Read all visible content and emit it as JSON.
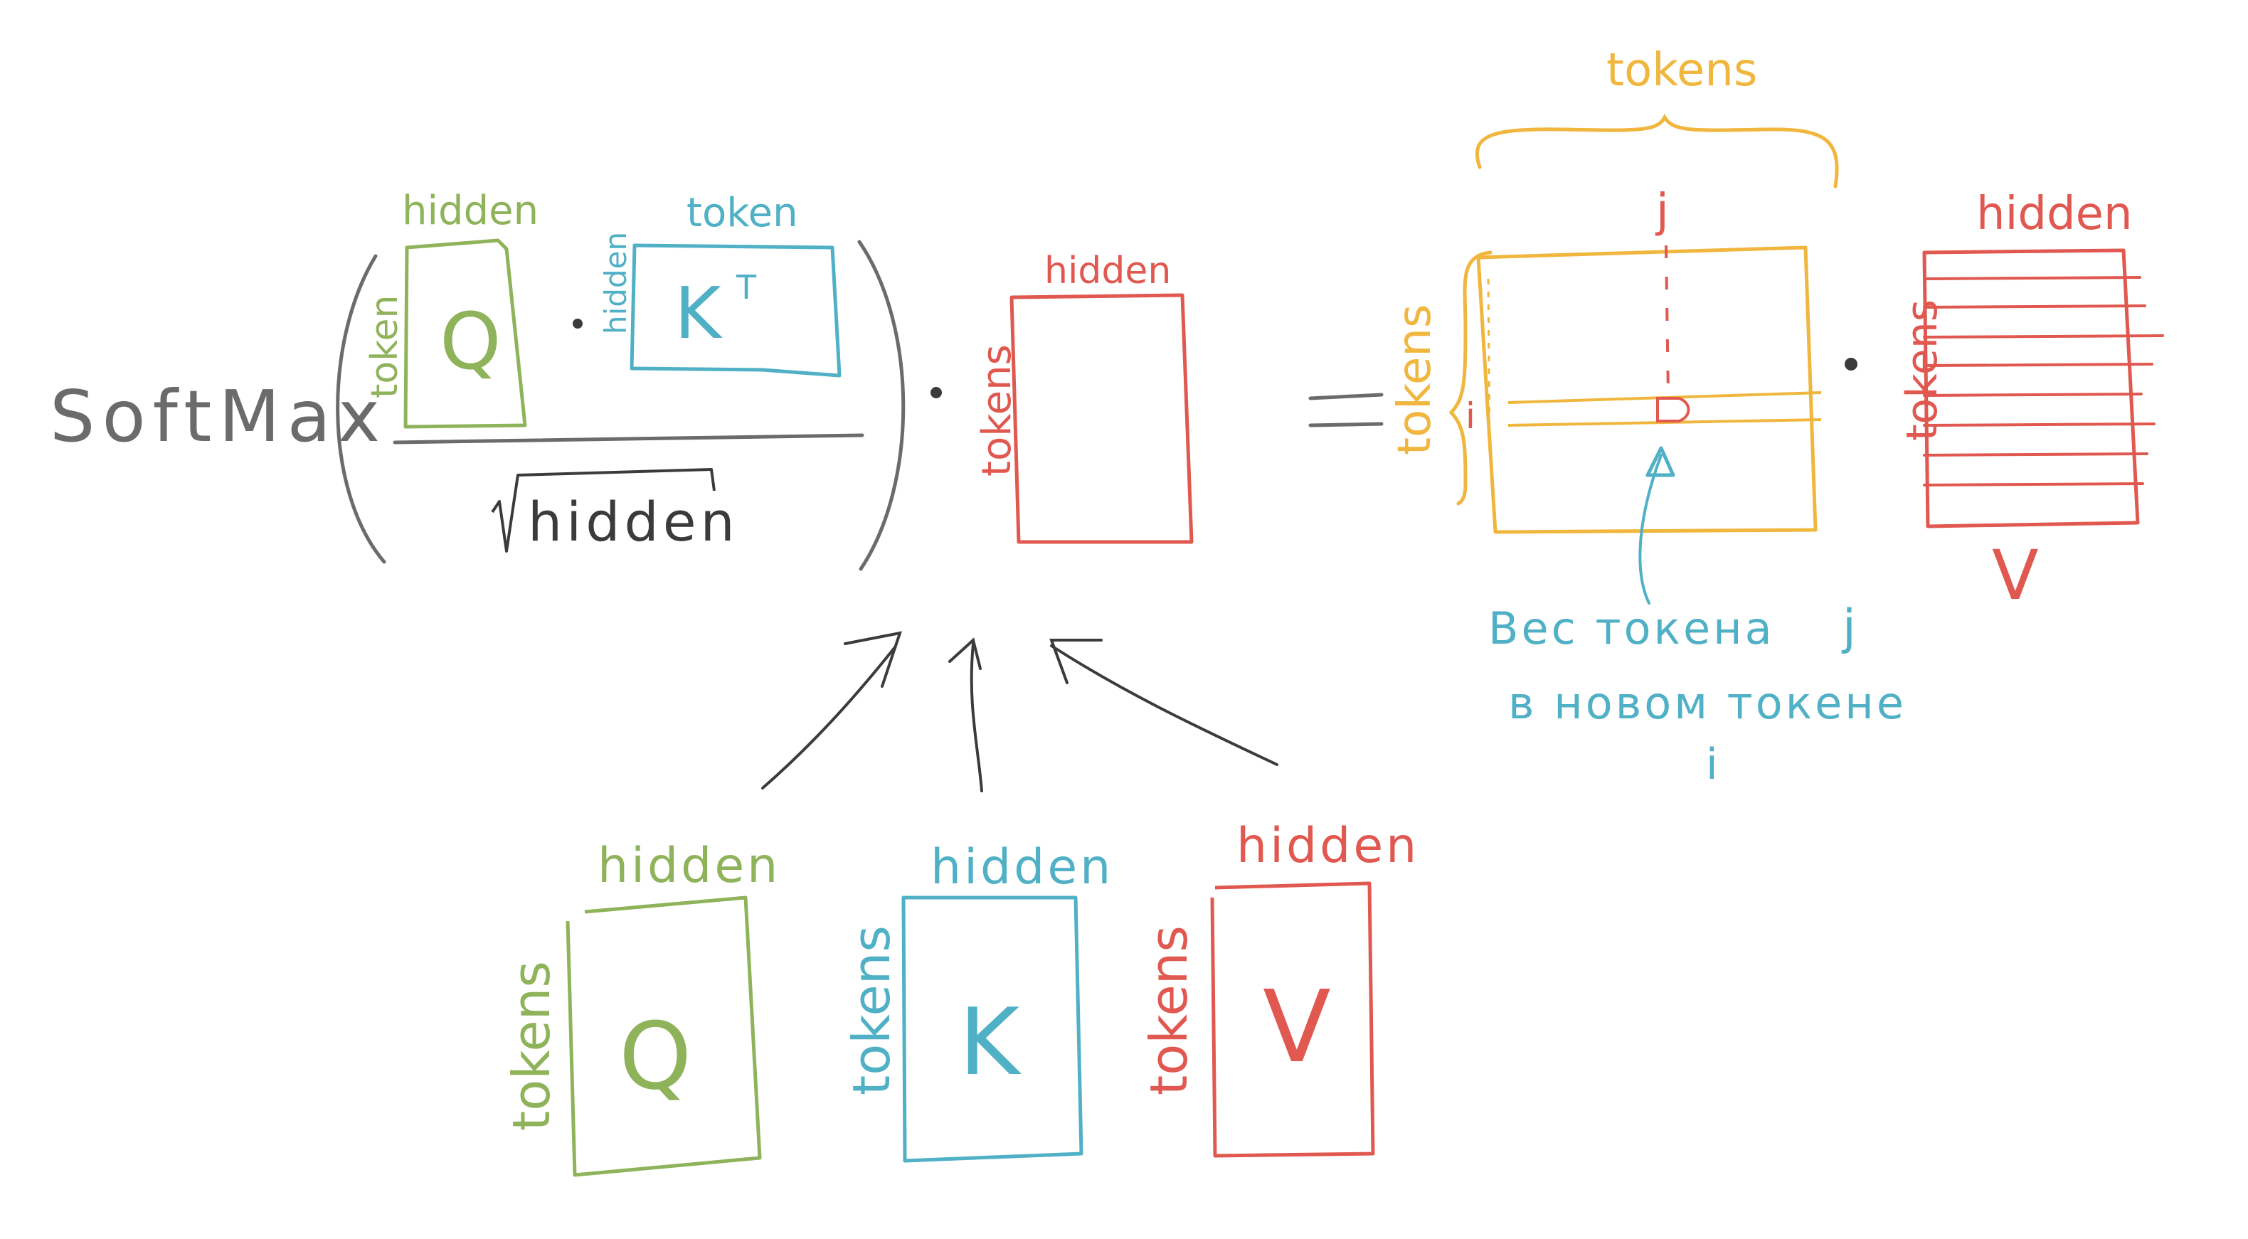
{
  "colors": {
    "green": "#8fb35a",
    "cyan": "#4fb0c6",
    "red": "#e0584f",
    "orange": "#f0b63d",
    "gray": "#6b6b6b",
    "dark": "#3b3b3b"
  },
  "formula": {
    "softmax": "SoftMax",
    "q_hidden": "hidden",
    "q_token": "token",
    "q_letter": "Q",
    "kt_token": "token",
    "kt_hidden": "hidden",
    "kt_letter": "K",
    "kt_sup": "T",
    "denominator": "hidden",
    "v_hidden": "hidden",
    "v_tokens": "tokens",
    "equals": "="
  },
  "attention_matrix": {
    "top_label": "tokens",
    "left_label": "tokens",
    "col_index": "j",
    "row_index": "i"
  },
  "v_result": {
    "top_label": "hidden",
    "left_label": "tokens",
    "letter": "V"
  },
  "annotation": {
    "line1": "Вес токена",
    "line1_index": "j",
    "line2": "в новом токене",
    "line2_index": "i"
  },
  "inputs": {
    "q": {
      "top": "hidden",
      "side": "tokens",
      "letter": "Q"
    },
    "k": {
      "top": "hidden",
      "side": "tokens",
      "letter": "K"
    },
    "v": {
      "top": "hidden",
      "side": "tokens",
      "letter": "V"
    }
  }
}
